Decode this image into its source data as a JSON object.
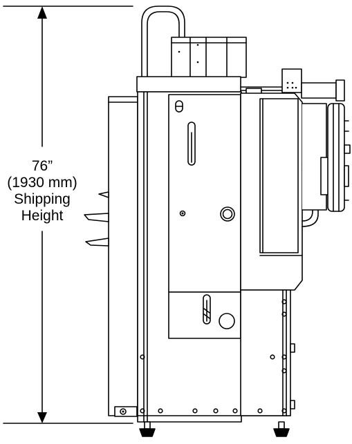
{
  "dimension": {
    "value": "76”",
    "metric": "(1930 mm)",
    "caption_line1": "Shipping",
    "caption_line2": "Height"
  },
  "colors": {
    "line": "#000000",
    "fill": "#ffffff"
  }
}
